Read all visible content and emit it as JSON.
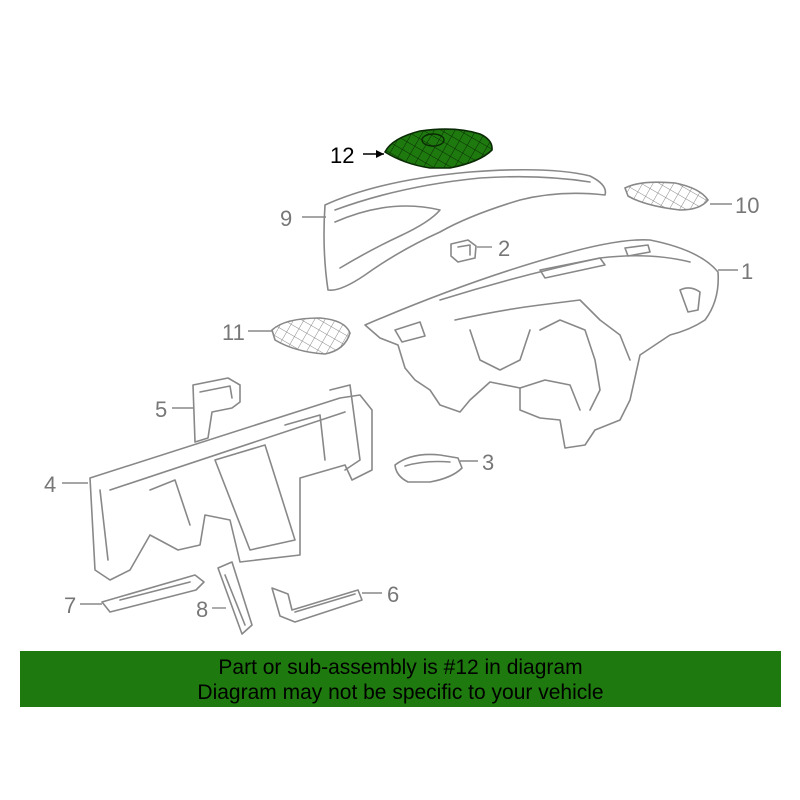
{
  "callouts": [
    {
      "id": "1",
      "label": "1"
    },
    {
      "id": "2",
      "label": "2"
    },
    {
      "id": "3",
      "label": "3"
    },
    {
      "id": "4",
      "label": "4"
    },
    {
      "id": "5",
      "label": "5"
    },
    {
      "id": "6",
      "label": "6"
    },
    {
      "id": "7",
      "label": "7"
    },
    {
      "id": "8",
      "label": "8"
    },
    {
      "id": "9",
      "label": "9"
    },
    {
      "id": "10",
      "label": "10"
    },
    {
      "id": "11",
      "label": "11"
    },
    {
      "id": "12",
      "label": "12"
    }
  ],
  "highlighted_part": "12",
  "colors": {
    "highlight_fill": "#1e7a0e",
    "banner_bg": "#1e7a0e",
    "line_art": "#888888"
  },
  "banner": {
    "line1": "Part or sub-assembly is #12 in diagram",
    "line2": "Diagram may not be specific to your vehicle"
  }
}
